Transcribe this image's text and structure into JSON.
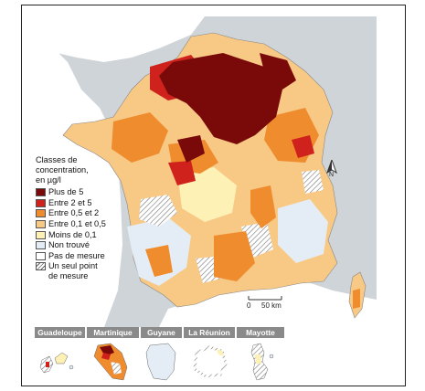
{
  "legend": {
    "title": "Classes de\nconcentration,\nen µg/l",
    "classes": [
      {
        "label": "Plus de 5",
        "color": "#7a0a0a",
        "pattern": "solid"
      },
      {
        "label": "Entre 2 et 5",
        "color": "#d0221c",
        "pattern": "solid"
      },
      {
        "label": "Entre 0,5 et 2",
        "color": "#ef8c2e",
        "pattern": "solid"
      },
      {
        "label": "Entre 0,1 et 0,5",
        "color": "#f8c885",
        "pattern": "solid"
      },
      {
        "label": "Moins de 0,1",
        "color": "#fdf1b6",
        "pattern": "solid"
      },
      {
        "label": "Non trouvé",
        "color": "#e4edf5",
        "pattern": "solid"
      },
      {
        "label": "Pas de mesure",
        "color": "#ffffff",
        "pattern": "solid"
      },
      {
        "label": "Un seul point\nde mesure",
        "color": "#ffffff",
        "pattern": "hatch"
      }
    ]
  },
  "scale": {
    "zero": "0",
    "distance": "50 km"
  },
  "north_arrow": {
    "label": "N",
    "icon": "north-arrow-icon"
  },
  "overseas": [
    {
      "name": "Guadeloupe"
    },
    {
      "name": "Martinique"
    },
    {
      "name": "Guyane"
    },
    {
      "name": "La Réunion"
    },
    {
      "name": "Mayotte"
    }
  ],
  "colors": {
    "background_land": "#cfd4d8",
    "sea": "#ffffff",
    "tab_bg": "#8a8a8a",
    "tab_text": "#ffffff"
  }
}
